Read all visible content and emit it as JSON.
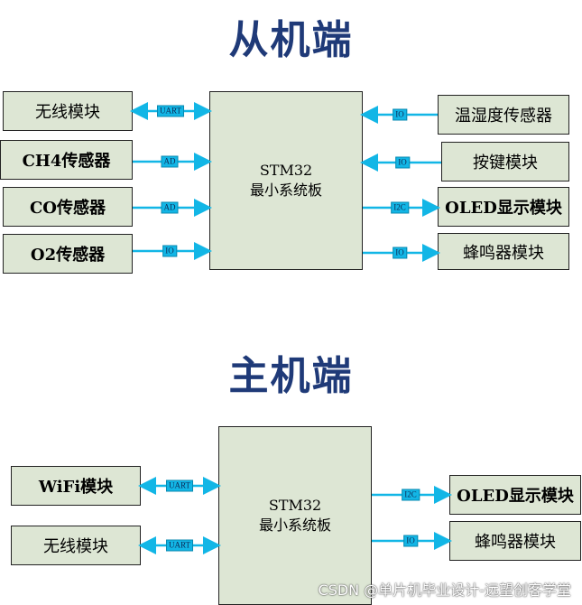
{
  "slave": {
    "title": "从机端",
    "core": {
      "line1": "STM32",
      "line2": "最小系统板"
    },
    "left": [
      {
        "label": "无线模块",
        "bus": "UART"
      },
      {
        "label": "CH4传感器",
        "bus": "AD"
      },
      {
        "label": "CO传感器",
        "bus": "AD"
      },
      {
        "label": "O2传感器",
        "bus": "IO"
      }
    ],
    "right": [
      {
        "label": "温湿度传感器",
        "bus": "IO"
      },
      {
        "label": "按键模块",
        "bus": "IO"
      },
      {
        "label": "OLED显示模块",
        "bus": "I2C"
      },
      {
        "label": "蜂鸣器模块",
        "bus": "IO"
      }
    ]
  },
  "master": {
    "title": "主机端",
    "core": {
      "line1": "STM32",
      "line2": "最小系统板"
    },
    "left": [
      {
        "label": "WiFi模块",
        "bus": "UART"
      },
      {
        "label": "无线模块",
        "bus": "UART"
      }
    ],
    "right": [
      {
        "label": "OLED显示模块",
        "bus": "I2C"
      },
      {
        "label": "蜂鸣器模块",
        "bus": "IO"
      }
    ]
  },
  "watermark": "CSDN @单片机毕业设计-远望创客学堂",
  "colors": {
    "box_fill": "#dde6d4",
    "title": "#1f3a78",
    "arrow": "#12b6e6"
  }
}
